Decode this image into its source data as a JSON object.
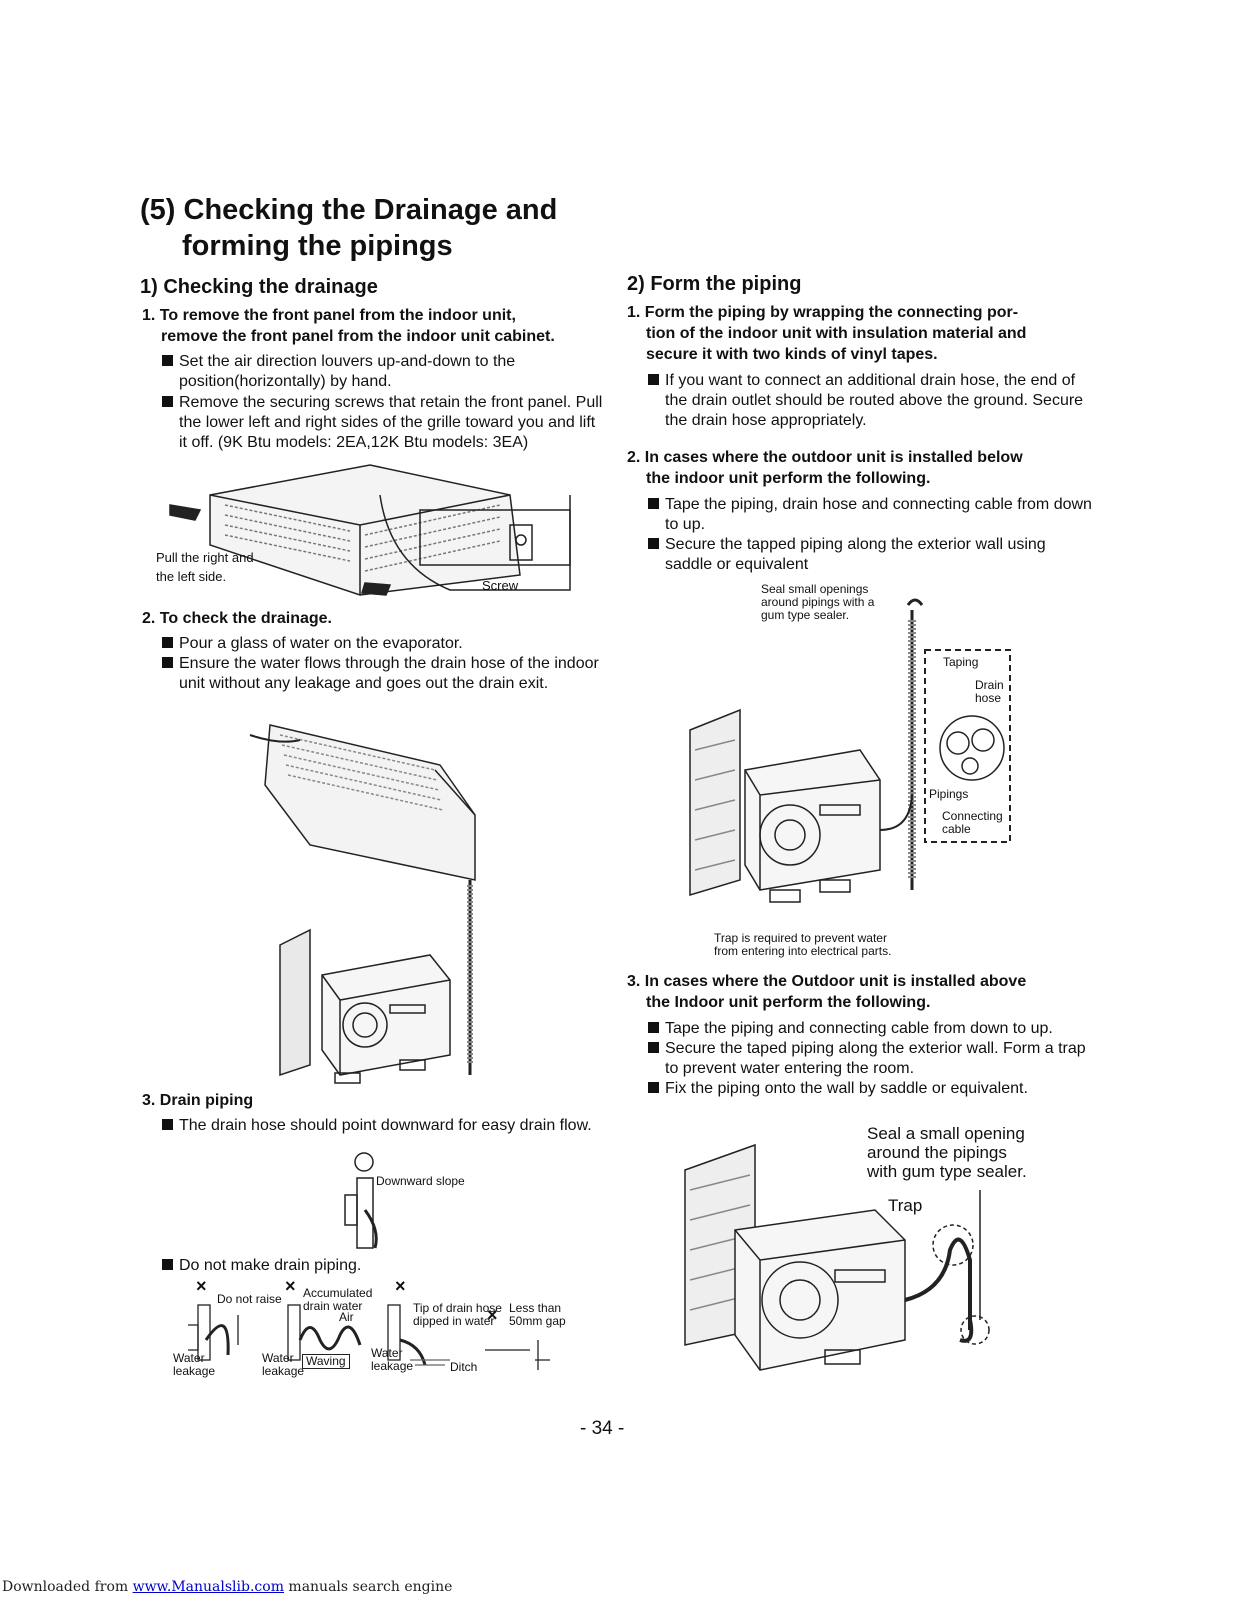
{
  "title_line1": "(5) Checking the Drainage and",
  "title_line2": "forming the pipings",
  "left": {
    "heading": "1) Checking the drainage",
    "step1": {
      "line1": "1. To remove the front panel from the indoor unit,",
      "line2": "remove the front panel from the indoor unit cabinet.",
      "b1": "Set the air direction louvers up-and-down to the position(horizontally) by hand.",
      "b2": "Remove the securing screws that retain the front panel. Pull the lower left and right sides of the grille toward you and lift it off. (9K Btu models: 2EA,12K Btu models: 3EA)"
    },
    "fig1_label_l1": "Pull the right and",
    "fig1_label_l2": "the left side.",
    "fig1_screw": "Screw",
    "step2": {
      "title": "2. To check the drainage.",
      "b1": "Pour a glass of water on the evaporator.",
      "b2": "Ensure the water flows through the drain hose of the indoor unit without any leakage and goes out the drain exit."
    },
    "step3": {
      "title": "3. Drain piping",
      "b1": "The drain hose should point downward for easy drain flow.",
      "downward": "Downward slope",
      "b2": "Do not make drain piping."
    },
    "dp": {
      "mark": "×",
      "do_not_raise": "Do not raise",
      "accum_l1": "Accumulated",
      "accum_l2": "drain water",
      "air": "Air",
      "water": "Water",
      "leakage": "leakage",
      "waving": "Waving",
      "tip_l1": "Tip of drain hose",
      "tip_l2": "dipped in water",
      "ditch": "Ditch",
      "less_l1": "Less than",
      "less_l2": "50mm gap"
    }
  },
  "right": {
    "heading": "2) Form the piping",
    "step1": {
      "l1": "1. Form the piping by wrapping the connecting por-",
      "l2": "tion of the indoor unit with insulation material and",
      "l3": "secure it with two kinds of vinyl tapes.",
      "b1": "If you want to connect an additional drain hose, the end of the drain outlet should be routed above the ground. Secure the drain hose appropriately."
    },
    "step2": {
      "l1": "2. In cases where the outdoor unit is installed below",
      "l2": "the indoor unit perform the following.",
      "b1": "Tape the piping, drain hose and connecting cable from down to up.",
      "b2": "Secure the tapped piping along the exterior wall using saddle or equivalent"
    },
    "fig2": {
      "seal_l1": "Seal small openings",
      "seal_l2": "around pipings with a",
      "seal_l3": "gum type sealer.",
      "taping": "Taping",
      "drain_l1": "Drain",
      "drain_l2": "hose",
      "pipings": "Pipings",
      "conn_l1": "Connecting",
      "conn_l2": "cable",
      "trap_l1": "Trap is required to prevent water",
      "trap_l2": "from entering into electrical parts."
    },
    "step3": {
      "l1": "3. In cases where the Outdoor unit is installed above",
      "l2": "the Indoor unit perform the following.",
      "b1": "Tape the piping and connecting cable from down to up.",
      "b2": "Secure the taped piping along the exterior wall. Form a trap to prevent water entering the room.",
      "b3": "Fix the piping onto the wall by saddle or equivalent."
    },
    "fig3": {
      "seal_l1": "Seal a small opening",
      "seal_l2": "around the pipings",
      "seal_l3": "with gum type sealer.",
      "trap": "Trap"
    }
  },
  "page_number": "- 34 -",
  "footer": {
    "prefix": "Downloaded from ",
    "link": "www.Manualslib.com",
    "suffix": " manuals search engine"
  }
}
